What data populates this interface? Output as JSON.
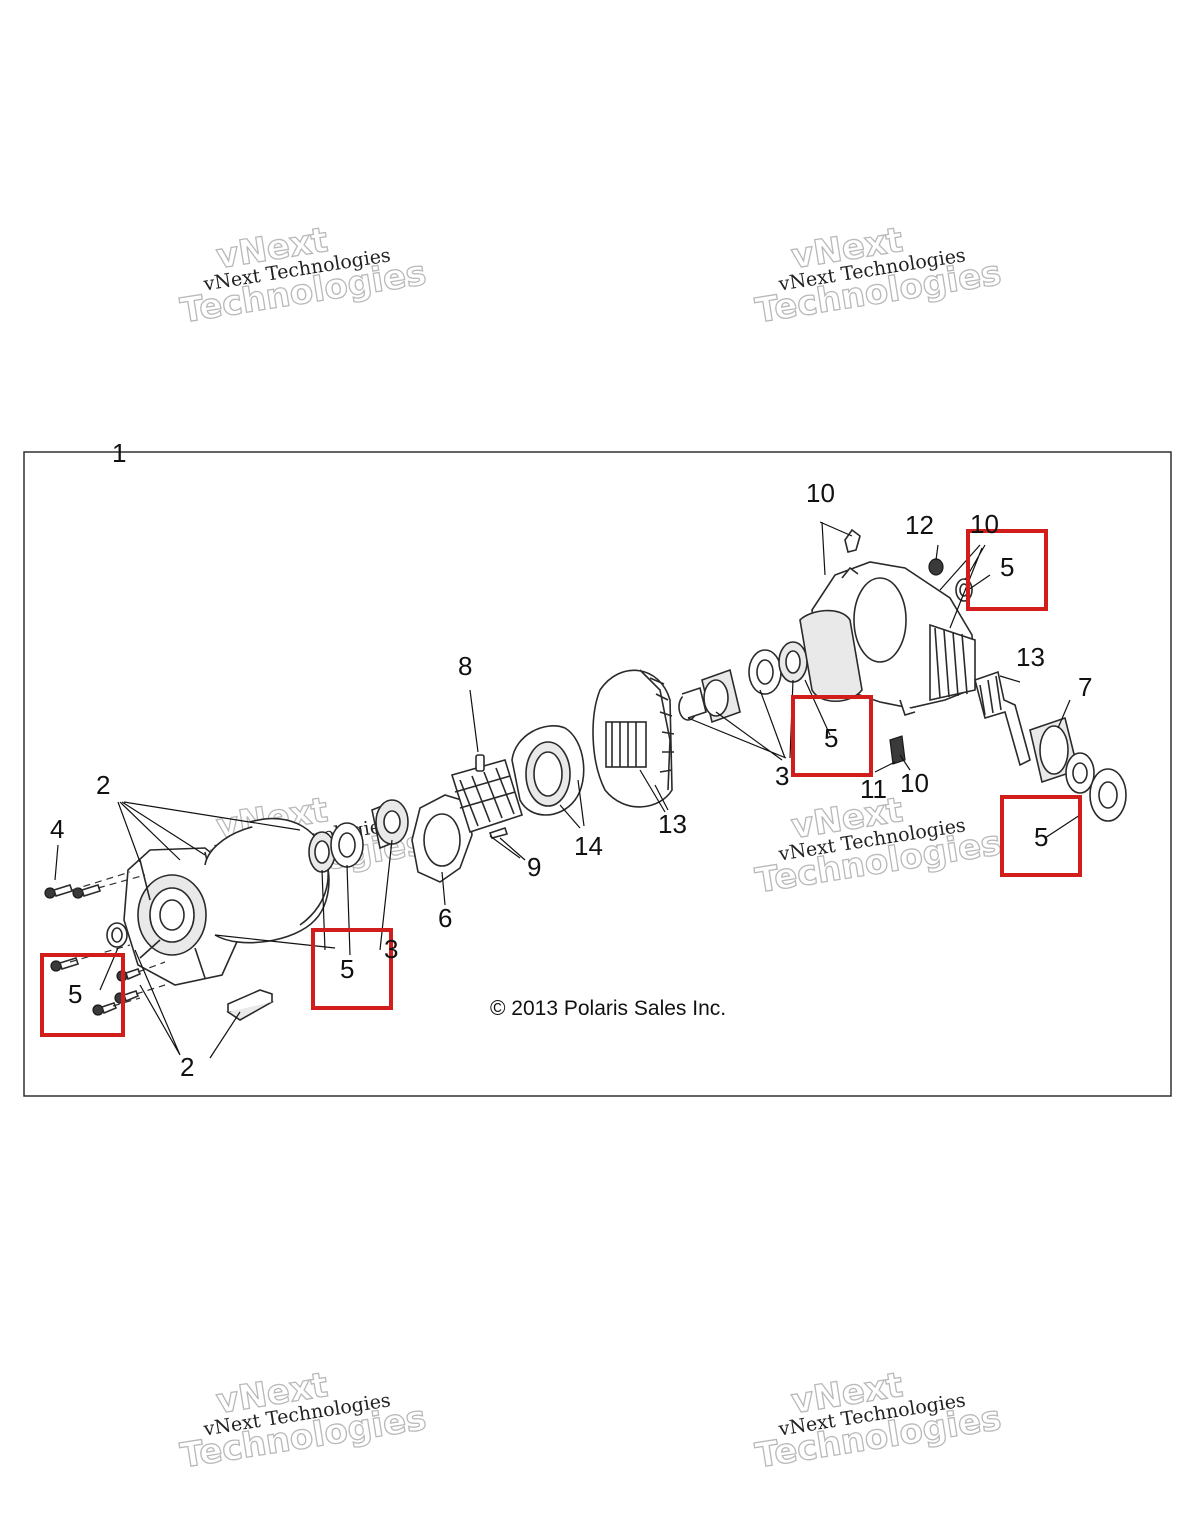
{
  "watermark": {
    "line1": "vNext Technologies",
    "line2": "vNext",
    "line3": "Technologies"
  },
  "copyright": "© 2013 Polaris Sales Inc.",
  "callouts": {
    "c1": "1",
    "c2a": "2",
    "c2b": "2",
    "c3a": "3",
    "c3b": "3",
    "c4": "4",
    "c5a": "5",
    "c5b": "5",
    "c5c": "5",
    "c5d": "5",
    "c5e": "5",
    "c6": "6",
    "c7": "7",
    "c8": "8",
    "c9": "9",
    "c10a": "10",
    "c10b": "10",
    "c10c": "10",
    "c11": "11",
    "c12": "12",
    "c13a": "13",
    "c13b": "13",
    "c14": "14"
  },
  "colors": {
    "highlight": "#d21d1d",
    "line": "#111111"
  }
}
